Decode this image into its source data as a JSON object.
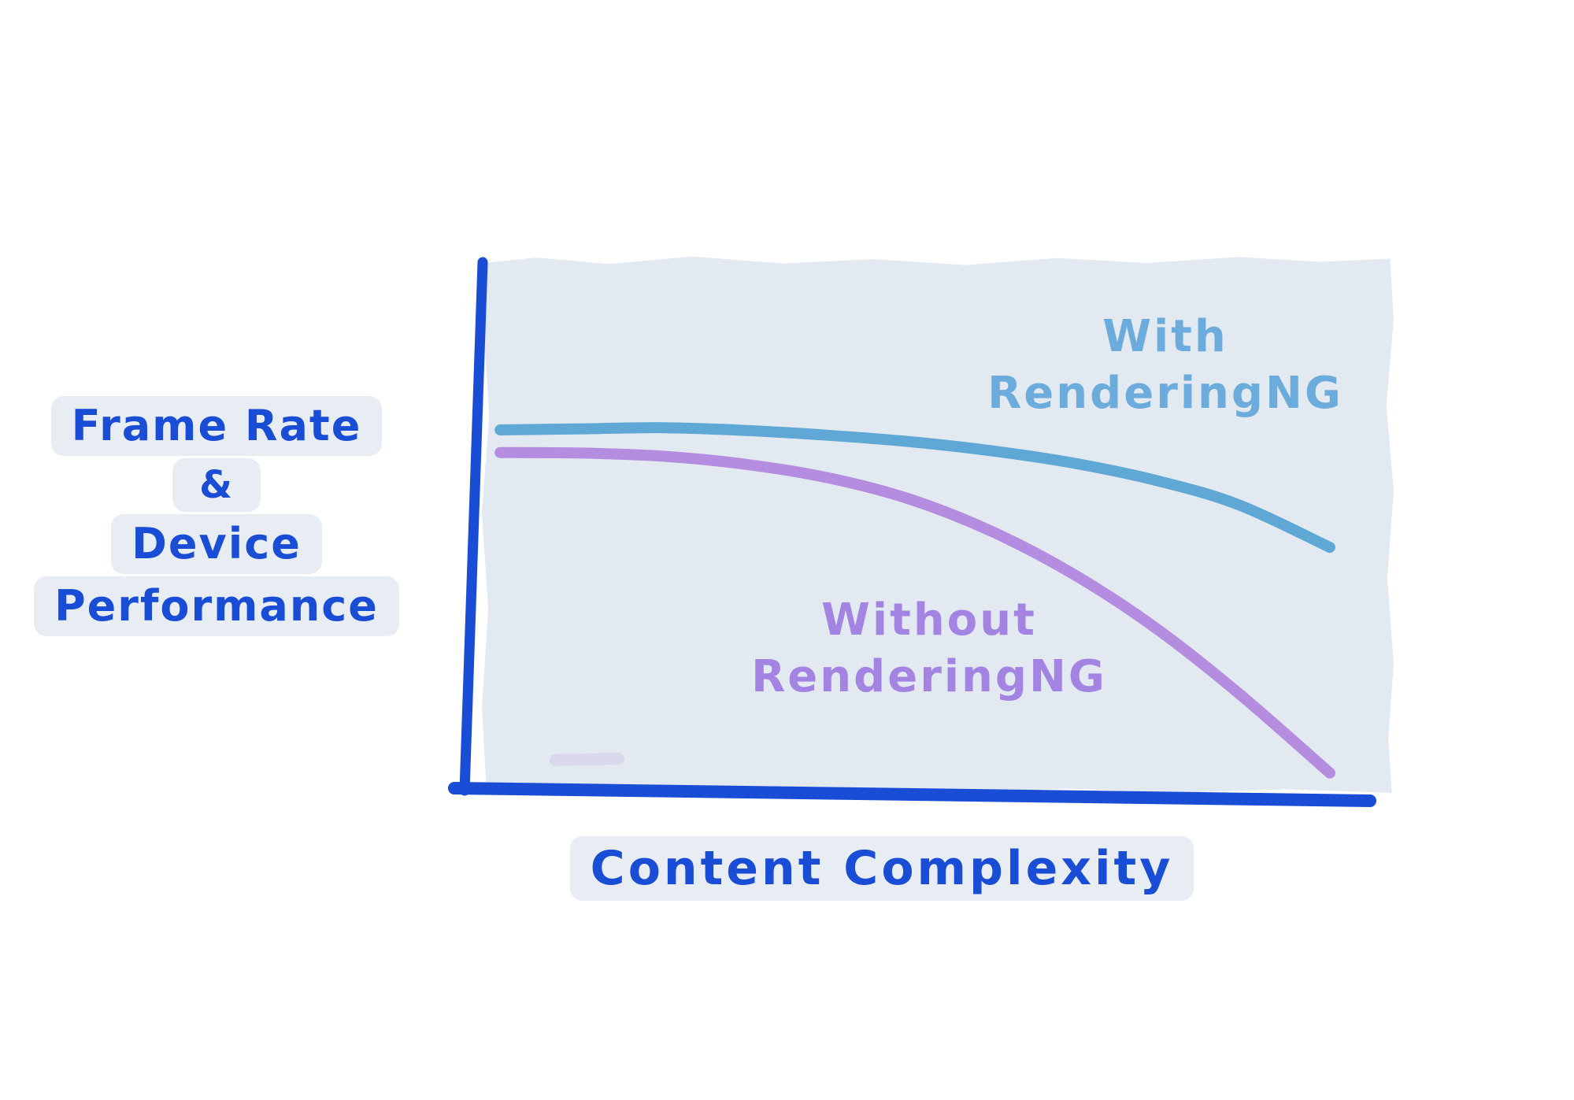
{
  "page": {
    "background": "#FFFFFF"
  },
  "colors": {
    "deep_blue": "#1A4DD6",
    "lightblue_curve": "#5FA8D6",
    "lightblue_label": "#6CACDC",
    "purple_curve": "#B48CE0",
    "purple_label": "#A384E3",
    "panel_bg": "#E3E9F1",
    "highlight_bg": "#E8EDF4"
  },
  "labels": {
    "y_axis_lines": [
      "Frame Rate",
      "&",
      "Device",
      "Performance"
    ],
    "x_axis": "Content Complexity",
    "with_annotation_lines": [
      "With",
      "RenderingNG"
    ],
    "without_annotation_lines": [
      "Without",
      "RenderingNG"
    ]
  },
  "chart_data": {
    "type": "line",
    "title": "",
    "xlabel": "Content Complexity",
    "ylabel": "Frame Rate & Device Performance",
    "x_axis": {
      "min": 0,
      "max": 100,
      "ticks": [],
      "tick_labels": [],
      "gridlines": false
    },
    "y_axis": {
      "min": 0,
      "max": 100,
      "ticks": [],
      "tick_labels": [],
      "gridlines": false
    },
    "legend_position": "inline-annotations",
    "axis_color": "#1A4DD6",
    "series": [
      {
        "name": "With RenderingNG",
        "color": "#5FA8D6",
        "x": [
          2,
          11,
          20,
          29,
          38,
          47,
          56,
          65,
          74,
          83,
          93
        ],
        "y": [
          67.4,
          67.6,
          67.8,
          67.3,
          66.4,
          65.2,
          63.5,
          61.2,
          58.0,
          53.5,
          45.6
        ]
      },
      {
        "name": "Without RenderingNG",
        "color": "#B48CE0",
        "x": [
          2,
          11,
          20,
          29,
          38,
          47,
          56,
          65,
          74,
          83,
          93
        ],
        "y": [
          63.2,
          63.1,
          62.5,
          61.0,
          58.5,
          54.5,
          48.5,
          40.5,
          30.5,
          18.5,
          3.7
        ]
      }
    ]
  }
}
